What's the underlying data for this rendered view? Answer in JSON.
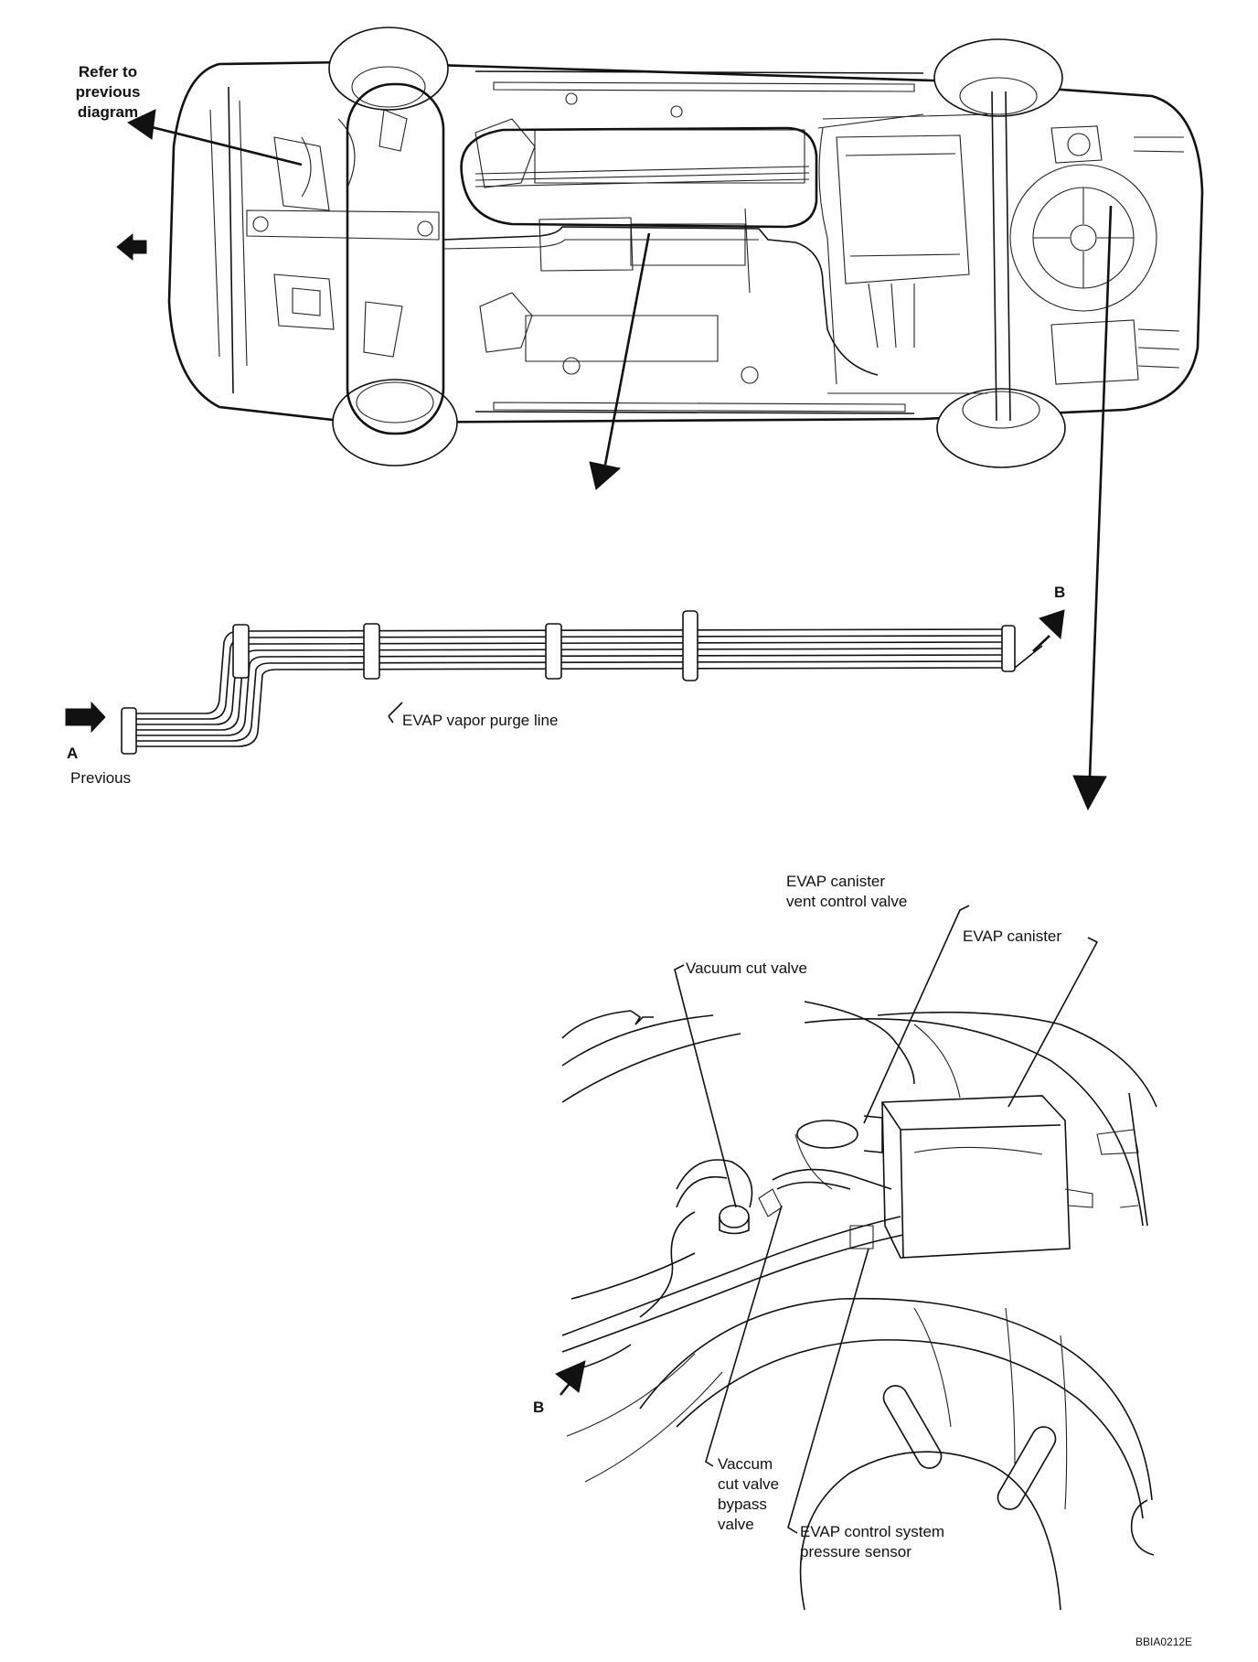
{
  "top_view": {
    "refer_label": "Refer to\nprevious\ndiagram"
  },
  "purge_line": {
    "label": "EVAP vapor purge line",
    "point_a": "A",
    "previous": "Previous",
    "point_b": "B"
  },
  "detail_view": {
    "vent_control_valve": "EVAP canister\nvent control valve",
    "canister": "EVAP canister",
    "vacuum_cut_valve": "Vacuum cut valve",
    "bypass_valve": "Vaccum\ncut valve\nbypass\nvalve",
    "pressure_sensor": "EVAP control system\npressure sensor",
    "point_b": "B"
  },
  "figure_code": "BBIA0212E"
}
